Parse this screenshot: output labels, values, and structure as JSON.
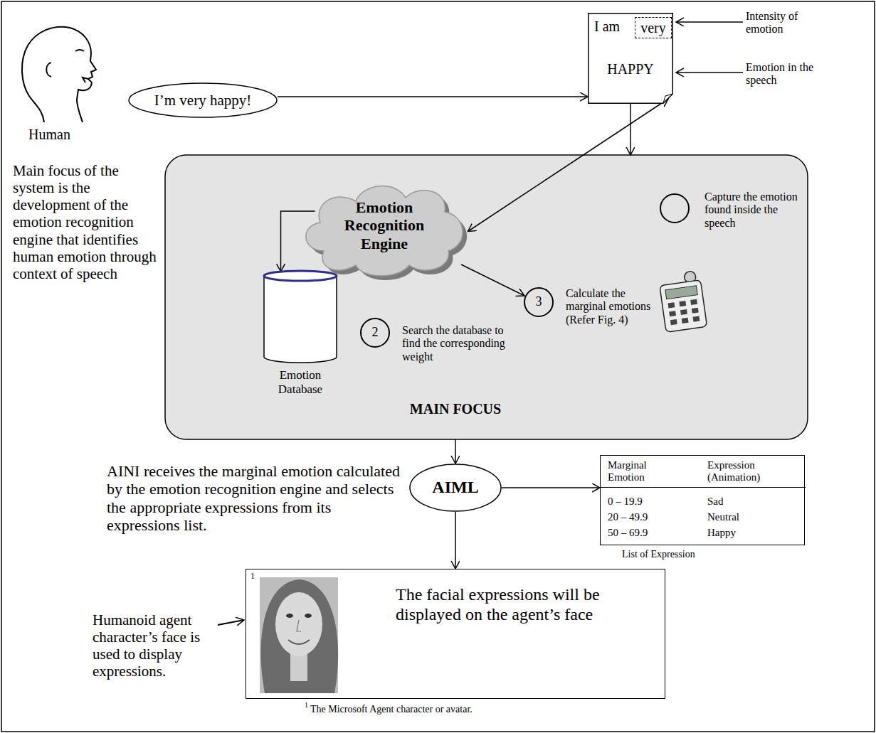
{
  "diagram": {
    "nodes": [
      {
        "text": [
          "I’m very happy!"
        ]
      },
      {
        "text": [
          "I am",
          "HAPPY"
        ]
      },
      {
        "text": [
          "very"
        ],
        "in": 1
      },
      {
        "text": [
          "MAIN FOCUS"
        ]
      },
      {
        "text": [
          "Emotion Recognition Engine"
        ],
        "in": 3
      },
      {
        "text": [
          "Emotion Database"
        ],
        "in": 3
      },
      {
        "text": [
          "AIML"
        ]
      },
      {
        "text": [
          "Marginal Emotion",
          "Expression (Animation)",
          "0 – 19.9",
          "Sad",
          "20 – 49.9",
          "Neutral",
          "50 – 69.9",
          "Happy",
          "List of Expression"
        ]
      },
      {
        "text": [
          "1",
          "The facial expressions will be displayed on the agent’s face"
        ]
      }
    ],
    "edges": [
      {
        "from": 0,
        "to": 1,
        "arrow": "to"
      },
      {
        "from": 1,
        "to": 3,
        "arrow": "to"
      },
      {
        "from": 1,
        "to": 4,
        "arrow": "both"
      },
      {
        "from": 4,
        "to": 5,
        "arrow": "to"
      },
      {
        "from": 3,
        "to": 6,
        "arrow": "to"
      },
      {
        "from": 6,
        "to": 7,
        "arrow": "to"
      },
      {
        "from": 6,
        "to": 8,
        "arrow": "to"
      }
    ],
    "labels": [
      "Human",
      "Intensity of emotion",
      "Emotion in the speech",
      "Capture the emotion found inside the speech",
      "2",
      "Search the database to find the corresponding weight",
      "3",
      "Calculate the marginal emotions (Refer Fig. 4)",
      "Main focus of the system is the development of the emotion recognition engine that identifies human emotion through context of speech",
      "AINI receives the marginal emotion calculated by the emotion recognition engine and selects the appropriate expressions from its expressions list.",
      "Humanoid agent character’s face is used to display expressions.",
      "1",
      "The Microsoft Agent character or avatar."
    ]
  }
}
